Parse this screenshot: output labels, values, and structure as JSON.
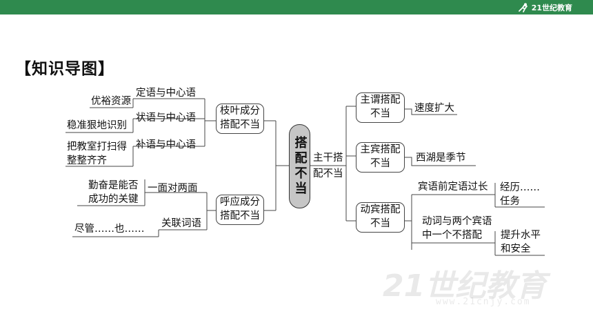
{
  "brand": {
    "logo_text": "21世纪教育",
    "watermark_text": "21世纪教育",
    "watermark_url": "www.21cnjy.com",
    "bar_color": "#2f8a4e"
  },
  "heading": "【知识导图】",
  "center": "搭配不当",
  "left": {
    "branch1": {
      "label_line1": "枝叶成分",
      "label_line2": "搭配不当",
      "sub": [
        {
          "label": "定语与中心语",
          "leaf": [
            "优裕资源"
          ]
        },
        {
          "label": "状语与中心语",
          "leaf": [
            "稳准狠地识别"
          ]
        },
        {
          "label": "补语与中心语",
          "leaf": [
            "把教室打扫得",
            "整整齐齐"
          ]
        }
      ]
    },
    "branch2": {
      "label_line1": "呼应成分",
      "label_line2": "搭配不当",
      "sub": [
        {
          "label": "一面对两面",
          "leaf": [
            "勤奋是能否",
            "成功的关键"
          ]
        },
        {
          "label": "关联词语",
          "leaf": [
            "尽管……也……"
          ]
        }
      ]
    }
  },
  "right": {
    "label_line1": "主干搭",
    "label_line2": "配不当",
    "branches": [
      {
        "label_line1": "主谓搭配",
        "label_line2": "不当",
        "leaf": [
          "速度扩大"
        ]
      },
      {
        "label_line1": "主宾搭配",
        "label_line2": "不当",
        "leaf": [
          "西湖是季节"
        ]
      },
      {
        "label_line1": "动宾搭配",
        "label_line2": "不当",
        "sub": [
          {
            "label": [
              "宾语前定语过长"
            ],
            "leaf": [
              "经历……",
              "任务"
            ]
          },
          {
            "label": [
              "动词与两个宾语",
              "中一个不搭配"
            ],
            "leaf": [
              "提升水平",
              "和安全"
            ]
          }
        ]
      }
    ]
  }
}
